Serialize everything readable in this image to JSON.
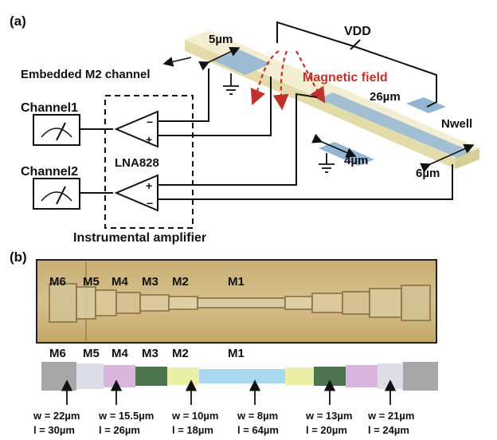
{
  "panel_a": {
    "label": "(a)",
    "vdd": "VDD",
    "dim_5um": "5µm",
    "dim_26um": "26µm",
    "dim_4um": "4µm",
    "dim_6um": "6µm",
    "nwell": "Nwell",
    "embedded": "Embedded M2 channel",
    "magnetic_field": "Magnetic field",
    "channel1": "Channel1",
    "channel2": "Channel2",
    "amp_name": "LNA828",
    "instr_amp": "Instrumental amplifier",
    "plus": "+",
    "minus": "−"
  },
  "panel_b": {
    "label": "(b)",
    "photo_labels": [
      "M6",
      "M5",
      "M4",
      "M3",
      "M2",
      "M1"
    ],
    "diagram_labels": [
      "M6",
      "M5",
      "M4",
      "M3",
      "M2",
      "M1"
    ],
    "segment_colors": {
      "M6": "#a8a8a8",
      "M5": "#dcdde6",
      "M4": "#d9b7dc",
      "M3": "#4d7450",
      "M2": "#ecf0a6",
      "M1": "#a8d8ee"
    },
    "annotations": [
      {
        "w": "w = 22µm",
        "l": "l = 30µm"
      },
      {
        "w": "w = 15.5µm",
        "l": "l = 26µm"
      },
      {
        "w": "w = 10µm",
        "l": "l = 18µm"
      },
      {
        "w": "w = 8µm",
        "l": "l = 64µm"
      },
      {
        "w": "w = 13µm",
        "l": "l = 20µm"
      },
      {
        "w": "w = 21µm",
        "l": "l = 24µm"
      }
    ]
  },
  "colors": {
    "substrate": "#ebe5c0",
    "channel_blue": "#94b6d4",
    "field_red": "#c0302c",
    "photo_bg": "#cfb77f"
  }
}
